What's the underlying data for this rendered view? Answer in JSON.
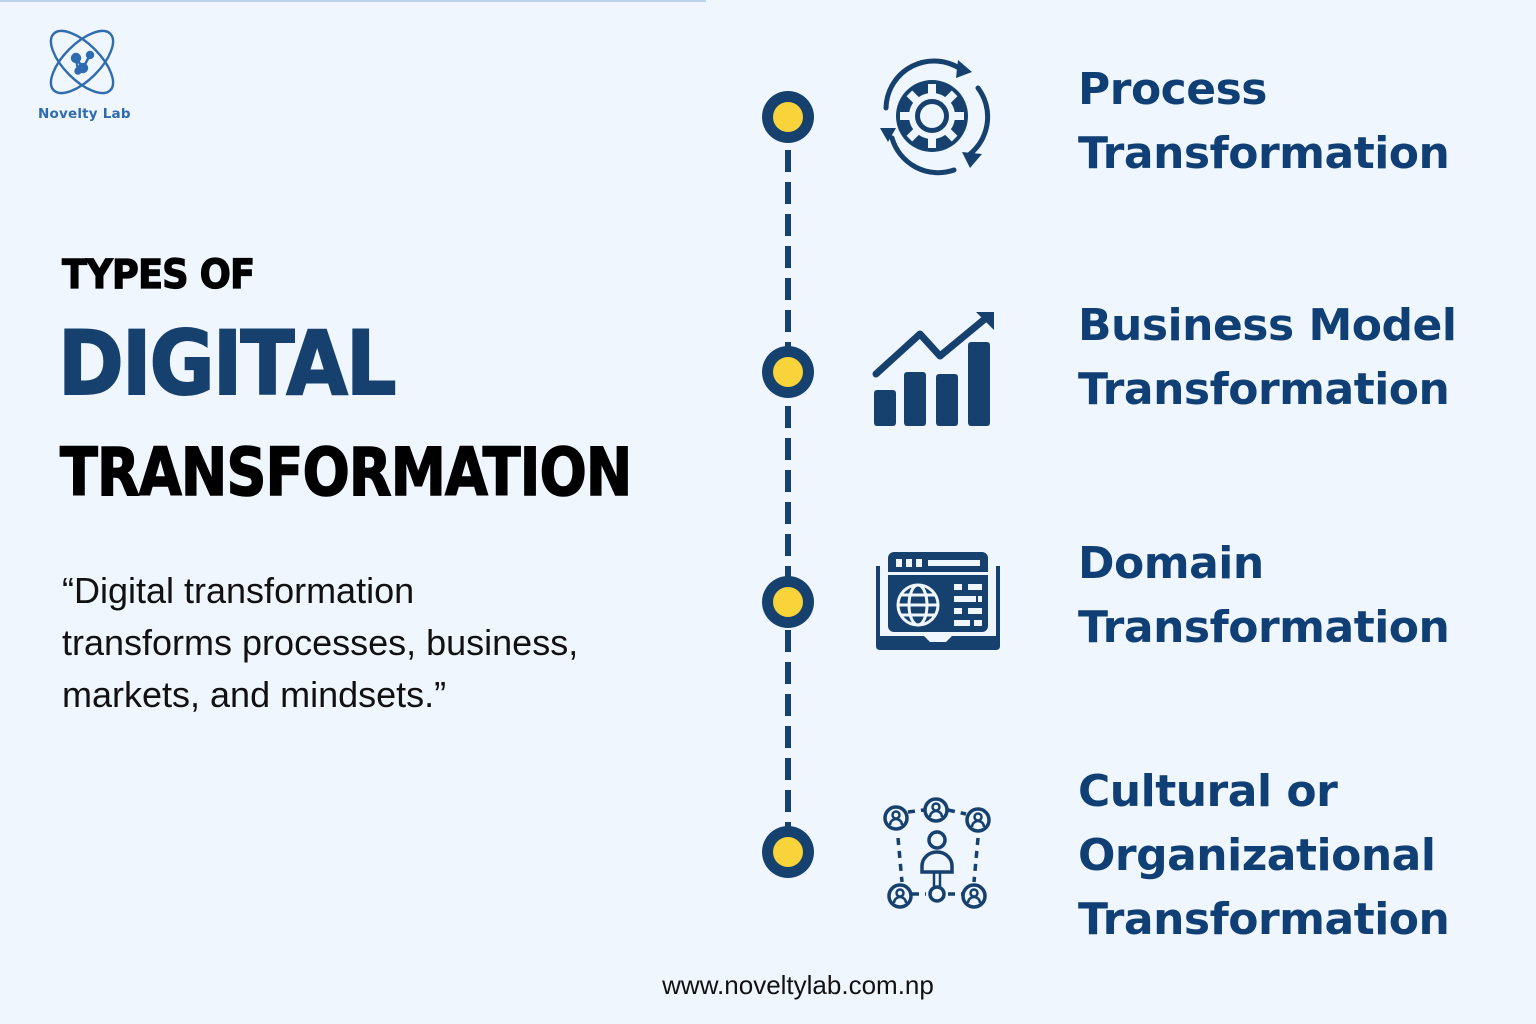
{
  "brand": {
    "name": "Novelty Lab",
    "logo_icon": "atom-network-icon",
    "logo_color": "#2f6bb1"
  },
  "heading": {
    "line1": "TYPES OF",
    "line2": "DIGITAL",
    "line3": "TRANSFORMATION"
  },
  "quote": {
    "lines": [
      "“Digital transformation",
      "transforms processes, business,",
      "markets, and mindsets.”"
    ]
  },
  "colors": {
    "background": "#eff6fd",
    "navy": "#16416f",
    "title_blue": "#0f3f74",
    "node_yellow": "#f9d33a",
    "text": "#111111"
  },
  "timeline": {
    "items": [
      {
        "icon": "gear-cycle-icon",
        "title_lines": [
          "Process",
          "Transformation"
        ]
      },
      {
        "icon": "growth-chart-icon",
        "title_lines": [
          "Business Model",
          "Transformation"
        ]
      },
      {
        "icon": "web-laptop-icon",
        "title_lines": [
          "Domain",
          "Transformation"
        ]
      },
      {
        "icon": "people-network-icon",
        "title_lines": [
          "Cultural or",
          "Organizational",
          "Transformation"
        ]
      }
    ]
  },
  "footer": {
    "url": "www.noveltylab.com.np"
  }
}
